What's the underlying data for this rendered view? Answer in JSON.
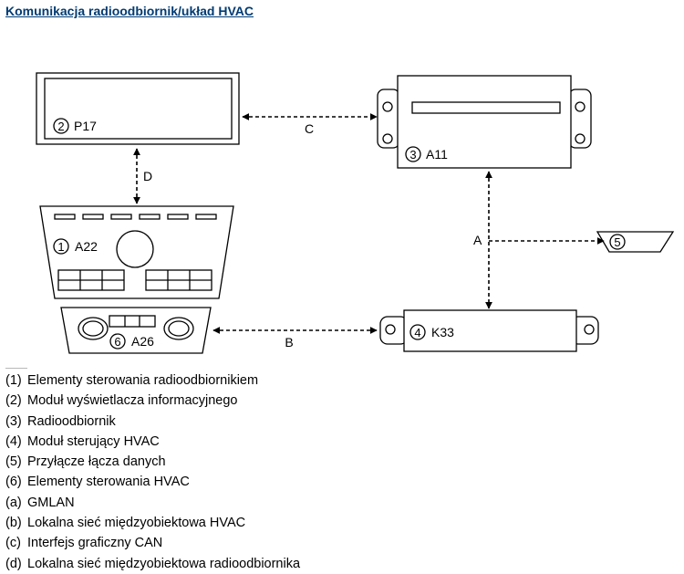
{
  "title": "Komunikacja radioodbiornik/układ HVAC",
  "components": [
    {
      "num": "2",
      "code": "P17"
    },
    {
      "num": "3",
      "code": "A11"
    },
    {
      "num": "1",
      "code": "A22"
    },
    {
      "num": "5",
      "code": ""
    },
    {
      "num": "6",
      "code": "A26"
    },
    {
      "num": "4",
      "code": "K33"
    }
  ],
  "links": [
    "C",
    "D",
    "A",
    "B"
  ],
  "legend": [
    {
      "key": "(1)",
      "text": "Elementy sterowania radioodbiornikiem"
    },
    {
      "key": "(2)",
      "text": "Moduł wyświetlacza informacyjnego"
    },
    {
      "key": "(3)",
      "text": "Radioodbiornik"
    },
    {
      "key": "(4)",
      "text": "Moduł sterujący HVAC"
    },
    {
      "key": "(5)",
      "text": "Przyłącze łącza danych"
    },
    {
      "key": "(6)",
      "text": "Elementy sterowania HVAC"
    },
    {
      "key": "(a)",
      "text": "GMLAN"
    },
    {
      "key": "(b)",
      "text": "Lokalna sieć międzyobiektowa HVAC"
    },
    {
      "key": "(c)",
      "text": "Interfejs graficzny CAN"
    },
    {
      "key": "(d)",
      "text": "Lokalna sieć międzyobiektowa radioodbiornika"
    }
  ]
}
